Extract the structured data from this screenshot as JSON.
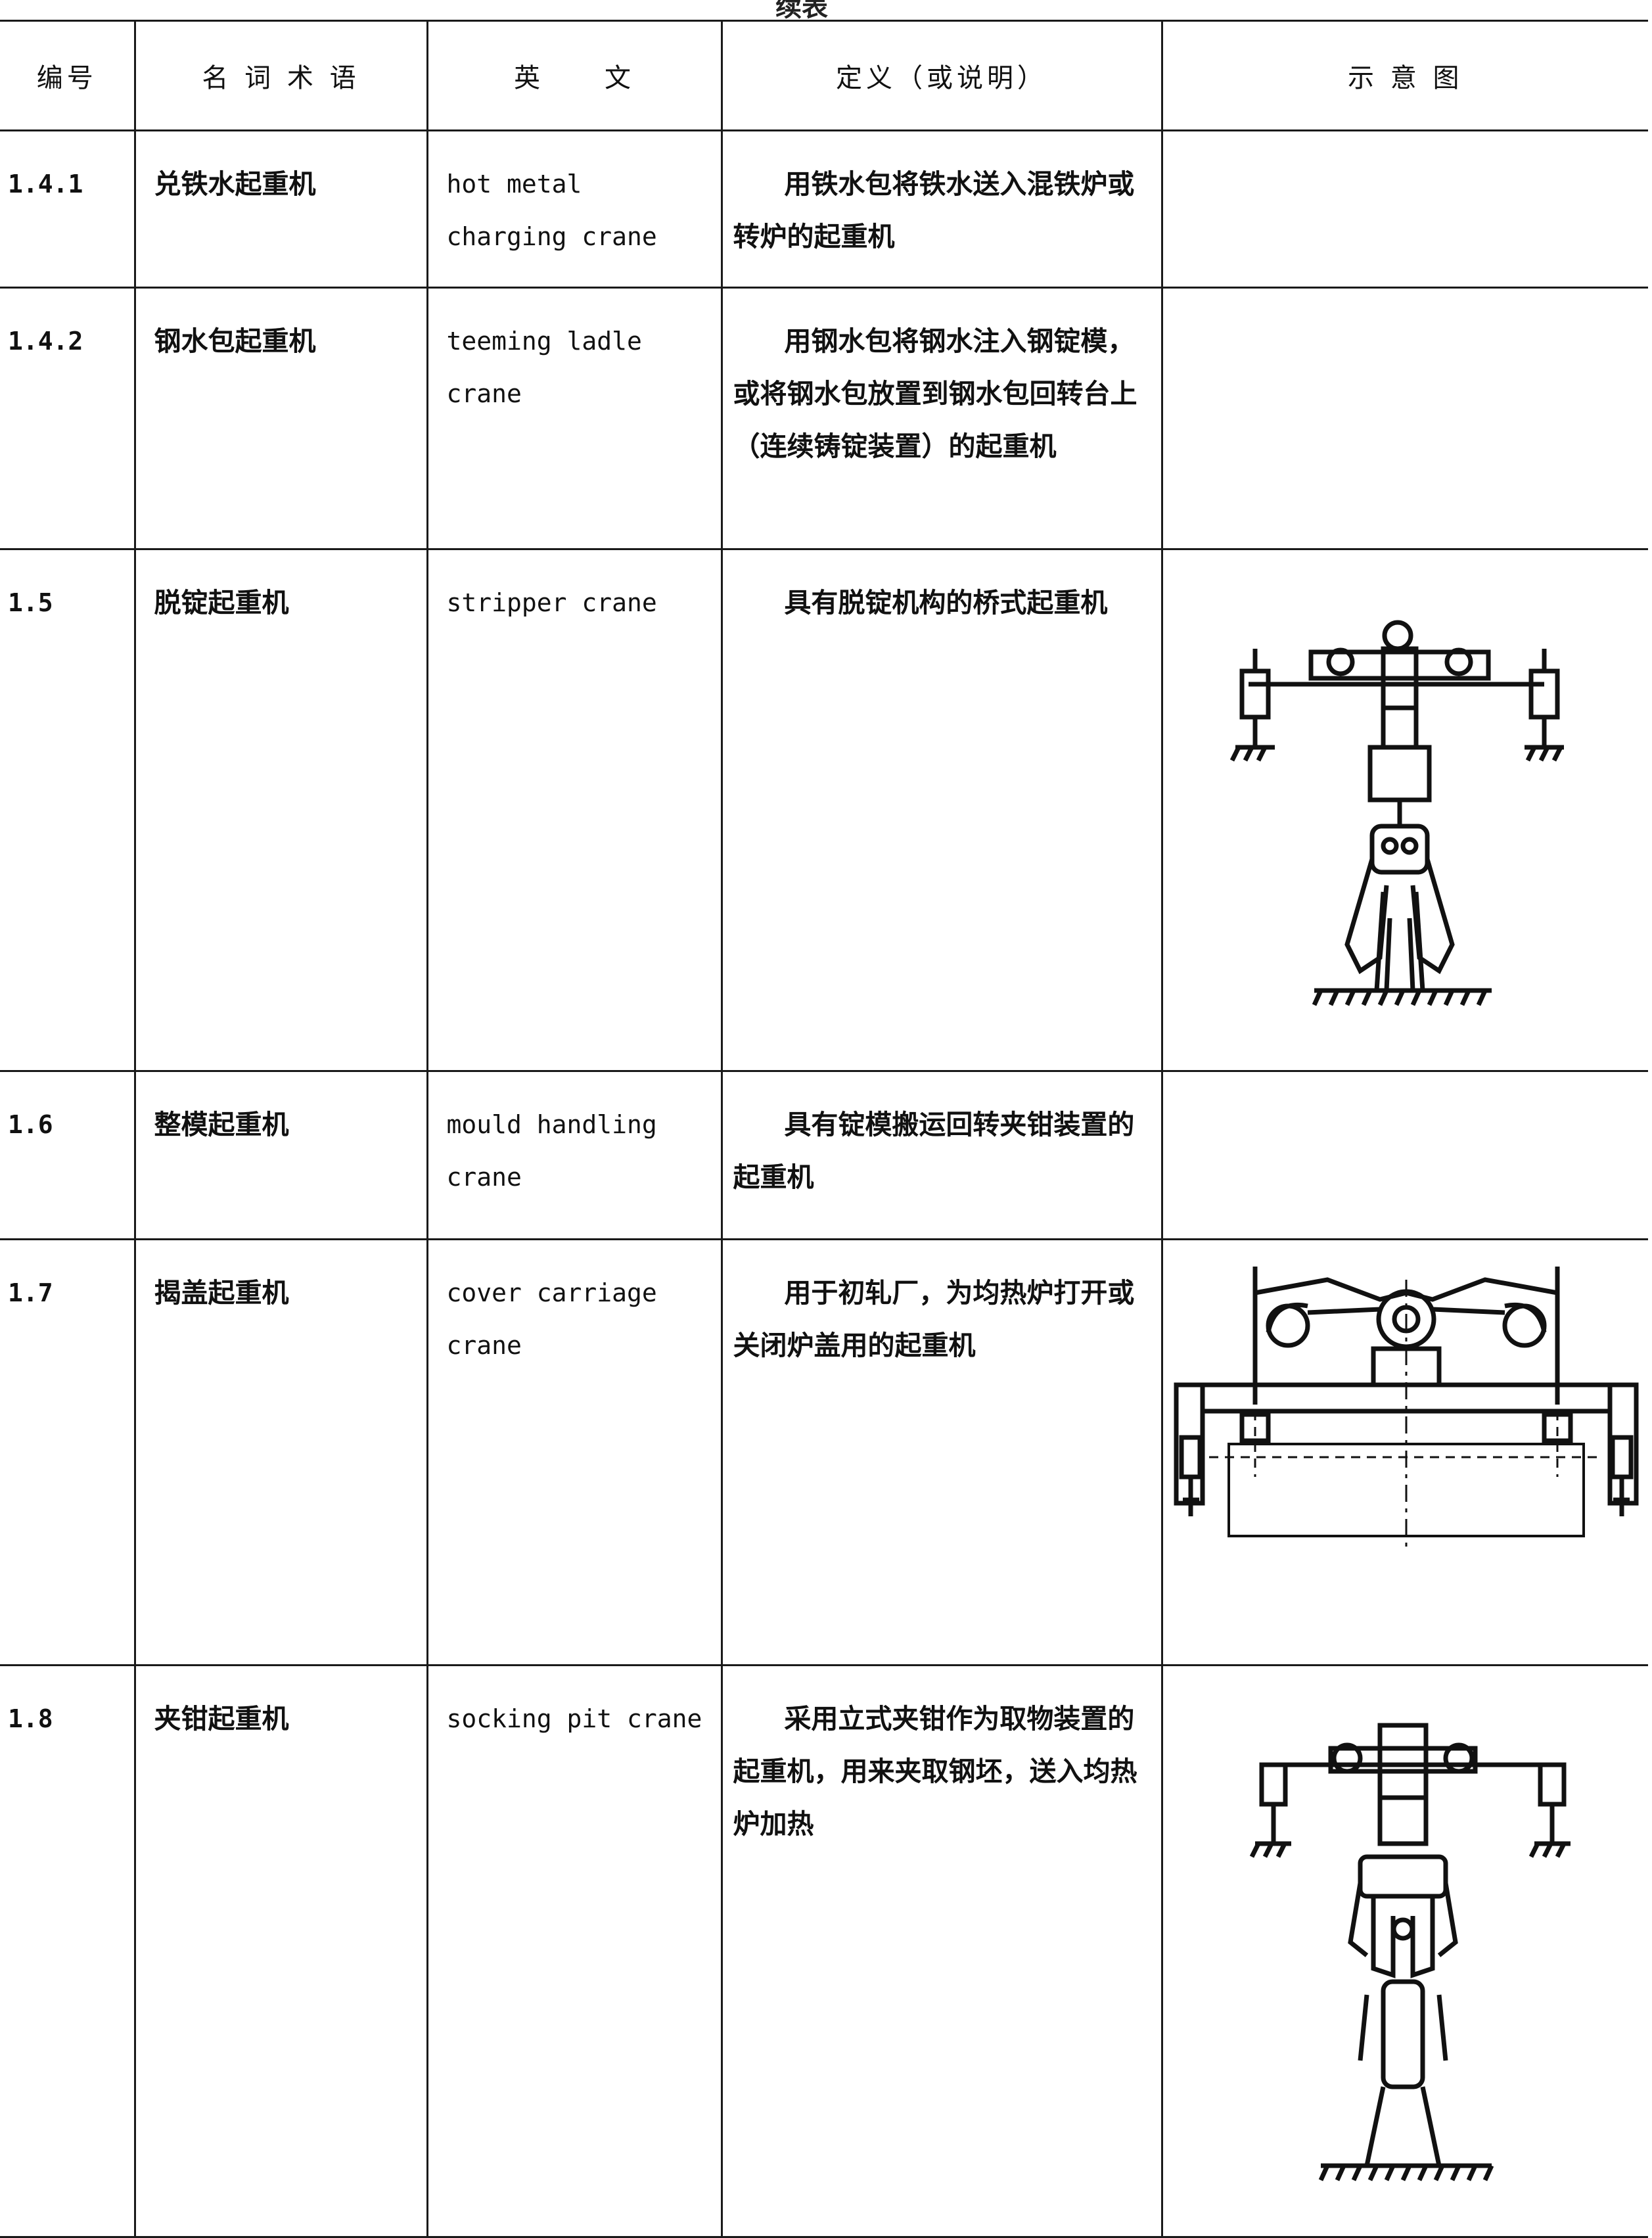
{
  "page": {
    "continued_label": "续表"
  },
  "table": {
    "headers": [
      "编号",
      "名 词 术 语",
      "英　　文",
      "定义（或说明）",
      "示 意 图"
    ],
    "rows": [
      {
        "id": "1.4.1",
        "term": "兑铁水起重机",
        "english": "hot metal charging crane",
        "definition": "用铁水包将铁水送入混铁炉或转炉的起重机",
        "figure": ""
      },
      {
        "id": "1.4.2",
        "term": "钢水包起重机",
        "english": "teeming ladle crane",
        "definition": "用钢水包将钢水注入钢锭模，或将钢水包放置到钢水包回转台上（连续铸锭装置）的起重机",
        "figure": ""
      },
      {
        "id": "1.5",
        "term": "脱锭起重机",
        "english": "stripper crane",
        "definition": "具有脱锭机构的桥式起重机",
        "figure": "stripper-crane-diagram"
      },
      {
        "id": "1.6",
        "term": "整模起重机",
        "english": "mould handling crane",
        "definition": "具有锭模搬运回转夹钳装置的起重机",
        "figure": ""
      },
      {
        "id": "1.7",
        "term": "揭盖起重机",
        "english": "cover carriage crane",
        "definition": "用于初轧厂，为均热炉打开或关闭炉盖用的起重机",
        "figure": "cover-carriage-crane-diagram"
      },
      {
        "id": "1.8",
        "term": "夹钳起重机",
        "english": "socking pit crane",
        "definition": "采用立式夹钳作为取物装置的起重机，用来夹取钢坯，送入均热炉加热",
        "figure": "socking-pit-crane-diagram"
      }
    ]
  }
}
